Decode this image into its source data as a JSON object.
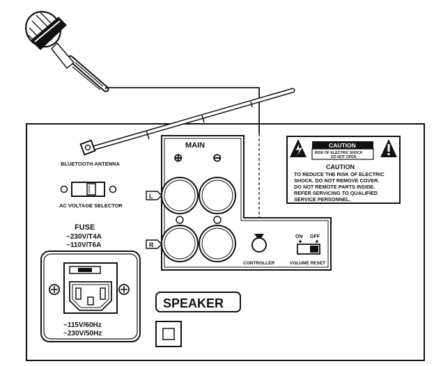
{
  "panel": {
    "bluetooth_antenna_label": "BLUETOOTH ANTENNA",
    "ac_voltage_selector_label": "AC VOLTAGE SELECTOR",
    "fuse": {
      "title": "FUSE",
      "line1": "~230V/T4A",
      "line2": "~110V/T6A"
    },
    "power_input": {
      "line1": "~115V/60Hz",
      "line2": "~230V/50Hz"
    },
    "main_section": {
      "title": "MAIN",
      "plus_symbol": "⊕",
      "minus_symbol": "⊖",
      "left_channel": "L",
      "right_channel": "R",
      "controller_label": "CONTROLLER",
      "volume_reset_label": "VOLUME RESET",
      "switch_on": "ON",
      "switch_off": "OFF"
    },
    "speaker_label": "SPEAKER",
    "caution": {
      "header": "CAUTION",
      "sub1": "RISK OF ELECTRIC SHOCK",
      "sub2": "DO NOT OPEN",
      "title": "CAUTION",
      "lines": [
        "TO REDUCE THE RISK OF ELECTRIC",
        "SHOCK. DO NOT REMOVE COVER.",
        "DO NOT REMOTE PARTS INSIDE.",
        "REFER SERVICING TO QUALIFIED",
        "SERVICE PERSONNEL."
      ]
    },
    "icons": {
      "microphone": "microphone-icon",
      "antenna": "antenna-icon",
      "lightning": "lightning-warning-icon",
      "exclamation": "exclamation-warning-icon"
    }
  }
}
